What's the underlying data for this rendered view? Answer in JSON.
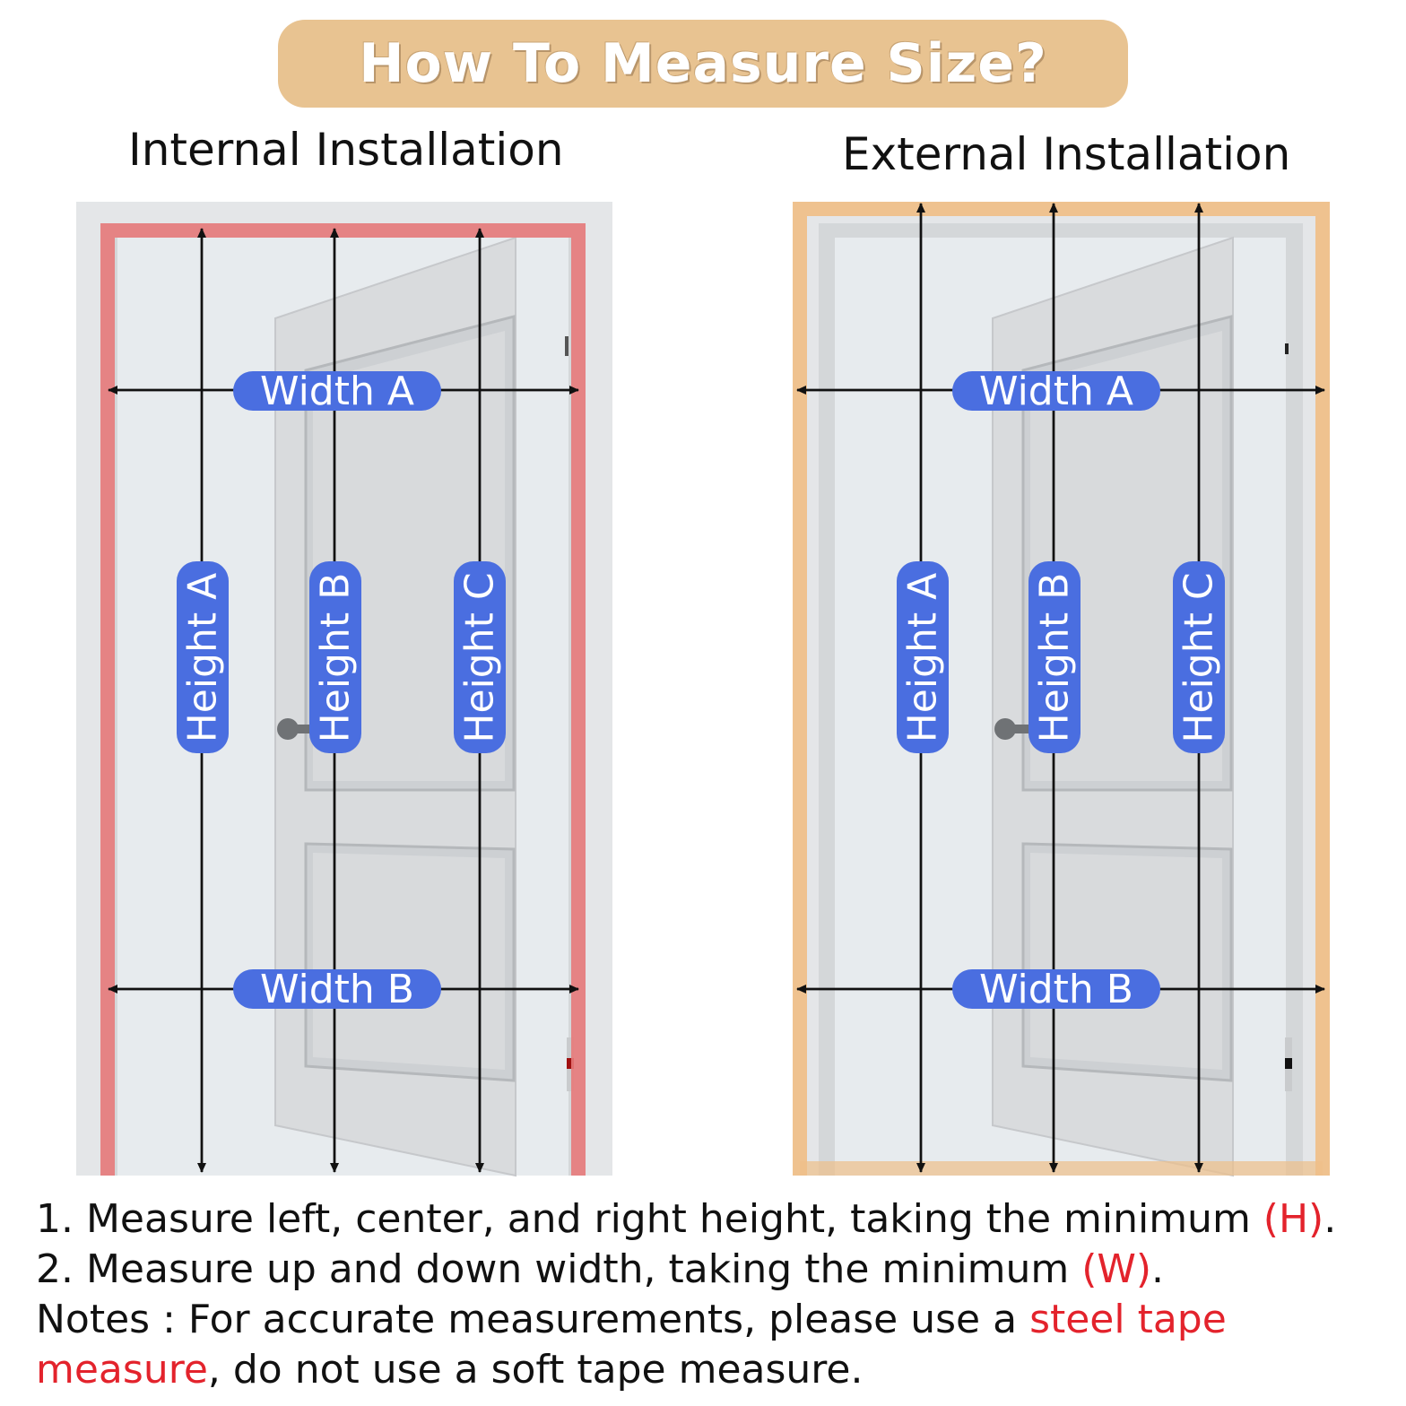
{
  "banner": {
    "title": "How To Measure Size?"
  },
  "internal": {
    "title": "Internal Installation",
    "width_top": "Width A",
    "width_bottom": "Width B",
    "heights": [
      "Height A",
      "Height B",
      "Height C"
    ]
  },
  "external": {
    "title": "External Installation",
    "width_top": "Width A",
    "width_bottom": "Width B",
    "heights": [
      "Height A",
      "Height B",
      "Height C"
    ]
  },
  "notes": {
    "line1_text": "1. Measure left, center, and right height, taking the minimum ",
    "line1_highlight": "(H)",
    "line1_end": ".",
    "line2_text": "2. Measure up and down width, taking the minimum ",
    "line2_highlight": "(W)",
    "line2_end": ".",
    "line3_text": "Notes : For accurate measurements, please use a ",
    "line3_highlight": "steel tape",
    "line4_highlight": "measure",
    "line4_text": ", do not use a soft tape measure."
  },
  "colors": {
    "banner_bg": "#e8c391",
    "pill_blue": "#4a6ee0",
    "internal_frame": "#e77a7a",
    "external_frame": "#efc08a",
    "highlight_red": "#e3232c"
  }
}
